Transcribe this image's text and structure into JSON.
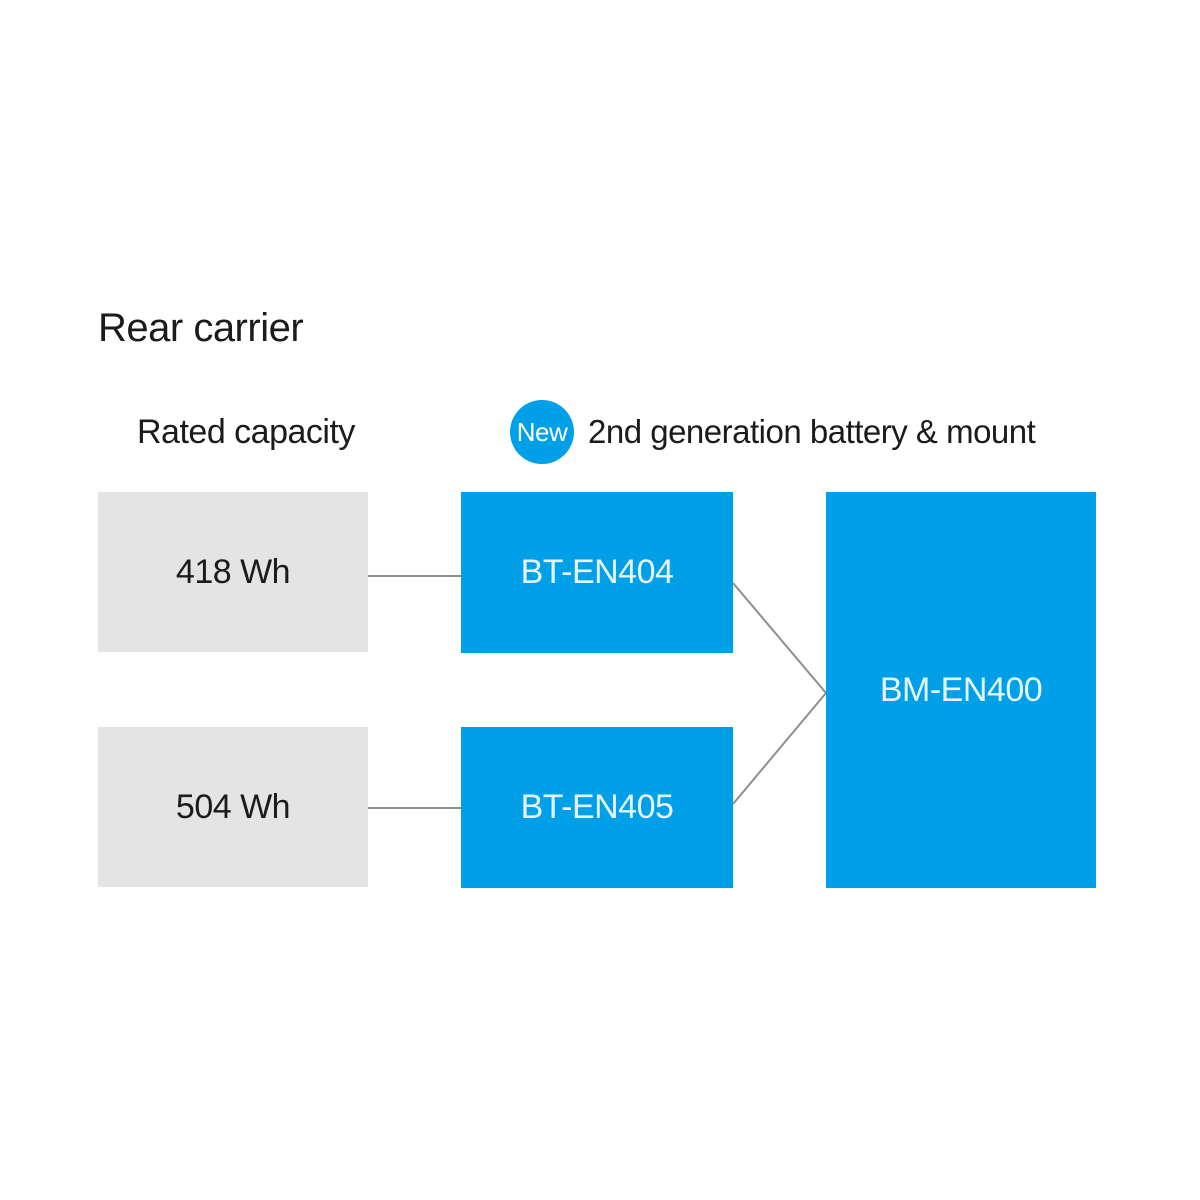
{
  "page": {
    "title": "Rear carrier"
  },
  "header": {
    "column_label": "Rated capacity",
    "badge_label": "New",
    "badge_caption": "2nd generation battery & mount"
  },
  "colors": {
    "accent_blue": "#00a0e9",
    "box_gray": "#e4e4e4",
    "connector_gray": "#8e8e8e",
    "text_dark": "#1b1b1b",
    "text_on_blue": "#e6f4fc",
    "background": "#ffffff"
  },
  "diagram": {
    "rows": [
      {
        "capacity": "418 Wh",
        "battery": "BT-EN404"
      },
      {
        "capacity": "504 Wh",
        "battery": "BT-EN405"
      }
    ],
    "mount": "BM-EN400"
  }
}
